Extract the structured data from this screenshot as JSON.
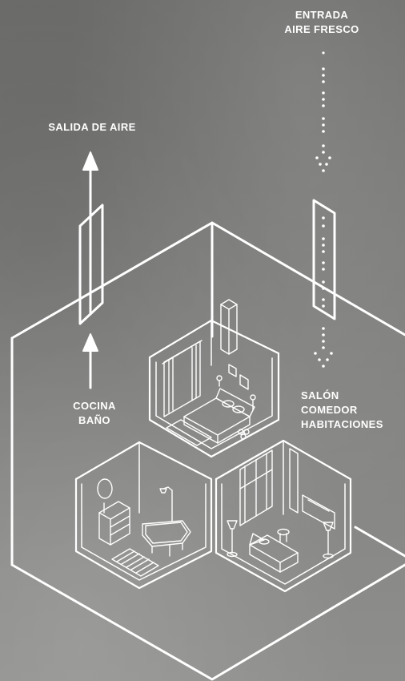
{
  "labels": {
    "entrada_line1": "ENTRADA",
    "entrada_line2": "AIRE FRESCO",
    "salida": "SALIDA DE AIRE",
    "cocina": "COCINA",
    "bano": "BAÑO",
    "salon": "SALÓN",
    "comedor": "COMEDOR",
    "habitaciones": "HABITACIONES"
  },
  "colors": {
    "line": "#ffffff",
    "background": "#7d7d7b"
  }
}
